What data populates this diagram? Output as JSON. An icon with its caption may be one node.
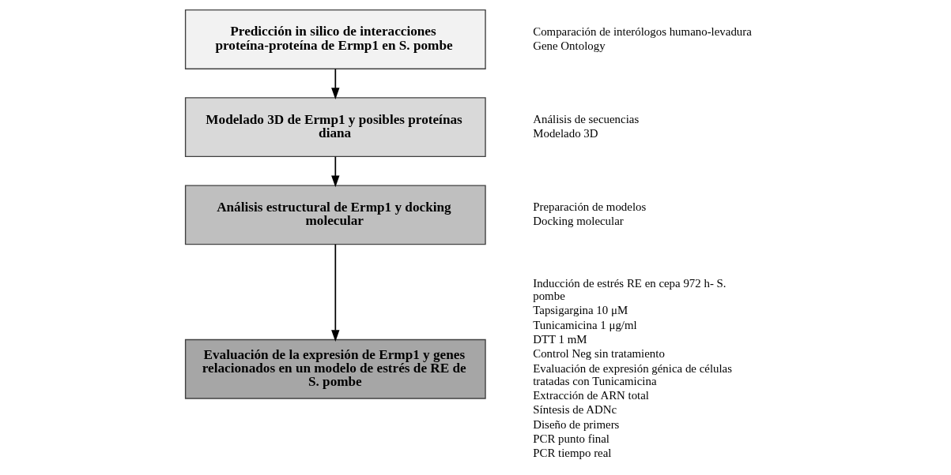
{
  "diagram": {
    "nodes": [
      {
        "text": [
          "Predicción in silico de interacciones proteína-proteína de Ermp1 en S. pombe"
        ],
        "beside": [
          "Comparación de interólogos humano-levadura",
          "Gene Ontology"
        ]
      },
      {
        "text": [
          "Modelado 3D de Ermp1 y posibles proteínas diana"
        ],
        "beside": [
          "Análisis de secuencias",
          "Modelado 3D"
        ]
      },
      {
        "text": [
          "Análisis estructural de Ermp1 y docking molecular"
        ],
        "beside": [
          "Preparación de modelos",
          "Docking molecular"
        ]
      },
      {
        "text": [
          "Evaluación de la expresión de Ermp1 y genes relacionados en un modelo de estrés de RE de S. pombe"
        ],
        "beside": [
          "Inducción de estrés RE en cepa 972 h- S. pombe",
          "Tapsigargina 10 μM",
          "Tunicamicina 1 μg/ml",
          "DTT 1 mM",
          "Control Neg sin tratamiento",
          "Evaluación de expresión génica de células tratadas con Tunicamicina",
          "Extracción de ARN total",
          "Síntesis de ADNc",
          "Diseño de primers",
          "PCR punto final",
          "PCR tiempo real"
        ]
      }
    ],
    "edges": [
      {
        "from": 0,
        "to": 1,
        "arrow": "to"
      },
      {
        "from": 1,
        "to": 2,
        "arrow": "to"
      },
      {
        "from": 2,
        "to": 3,
        "arrow": "to"
      }
    ]
  }
}
